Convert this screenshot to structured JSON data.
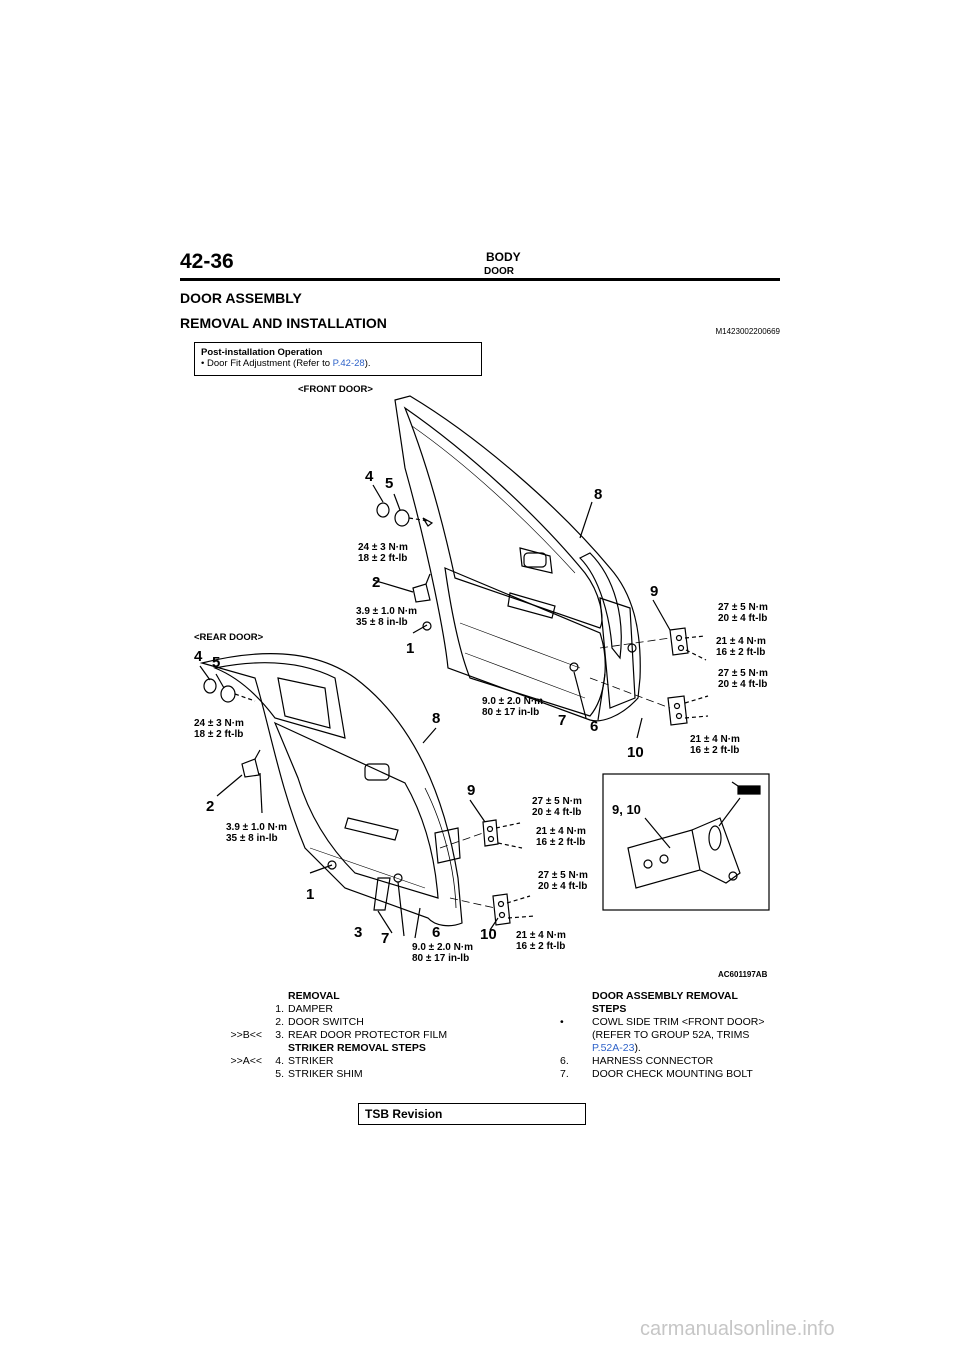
{
  "header": {
    "page_number": "42-36",
    "title": "BODY",
    "subtitle": "DOOR"
  },
  "section_title": "DOOR ASSEMBLY",
  "sub_title": "REMOVAL AND INSTALLATION",
  "doc_code": "M1423002200669",
  "post_installation": {
    "heading": "Post-installation Operation",
    "item_prefix": "Door Fit Adjustment (Refer to ",
    "item_link": "P.42-28",
    "item_suffix": ")."
  },
  "diagram": {
    "front_caption": "<FRONT DOOR>",
    "rear_caption": "<REAR DOOR>",
    "figure_code": "AC601197AB",
    "detail_label": "9, 10",
    "callouts": {
      "f4": "4",
      "f5": "5",
      "f8": "8",
      "f2": "2",
      "f1": "1",
      "f9": "9",
      "f7": "7",
      "f6": "6",
      "f10": "10",
      "r4": "4",
      "r5": "5",
      "r8": "8",
      "r2": "2",
      "r9": "9",
      "r1": "1",
      "r3": "3",
      "r7": "7",
      "r6": "6",
      "r10": "10"
    },
    "torques": {
      "f_striker_1": "24 ± 3 N·m",
      "f_striker_2": "18 ± 2 ft-lb",
      "f_switch_1": "3.9 ± 1.0 N·m",
      "f_switch_2": "35 ± 8 in-lb",
      "f_hinge_a1": "27 ± 5 N·m",
      "f_hinge_a2": "20 ± 4 ft-lb",
      "f_hinge_b1": "21 ± 4 N·m",
      "f_hinge_b2": "16 ± 2 ft-lb",
      "f_hinge_c1": "27 ± 5 N·m",
      "f_hinge_c2": "20 ± 4 ft-lb",
      "f_check_1": "9.0 ± 2.0 N·m",
      "f_check_2": "80 ± 17 in-lb",
      "f_hinge_d1": "21 ± 4 N·m",
      "f_hinge_d2": "16 ± 2 ft-lb",
      "r_striker_1": "24 ± 3 N·m",
      "r_striker_2": "18 ± 2 ft-lb",
      "r_switch_1": "3.9 ± 1.0 N·m",
      "r_switch_2": "35 ± 8 in-lb",
      "r_hinge_a1": "27 ± 5 N·m",
      "r_hinge_a2": "20 ± 4 ft-lb",
      "r_hinge_b1": "21 ± 4 N·m",
      "r_hinge_b2": "16 ± 2 ft-lb",
      "r_hinge_c1": "27 ± 5 N·m",
      "r_hinge_c2": "20 ± 4 ft-lb",
      "r_hinge_d1": "21 ± 4 N·m",
      "r_hinge_d2": "16 ± 2 ft-lb",
      "r_check_1": "9.0 ± 2.0 N·m",
      "r_check_2": "80 ± 17 in-lb"
    }
  },
  "steps_left": {
    "removal_heading": "REMOVAL",
    "items": [
      {
        "mark": "",
        "no": "1.",
        "text": "DAMPER"
      },
      {
        "mark": "",
        "no": "2.",
        "text": "DOOR SWITCH"
      },
      {
        "mark": ">>B<<",
        "no": "3.",
        "text": "REAR DOOR PROTECTOR FILM"
      }
    ],
    "striker_heading": "STRIKER REMOVAL STEPS",
    "striker_items": [
      {
        "mark": ">>A<<",
        "no": "4.",
        "text": "STRIKER"
      },
      {
        "mark": "",
        "no": "5.",
        "text": "STRIKER SHIM"
      }
    ]
  },
  "steps_right": {
    "heading_1": "DOOR ASSEMBLY REMOVAL",
    "heading_2": "STEPS",
    "bullet": "•",
    "cowl_line1": "COWL SIDE TRIM <FRONT DOOR>",
    "cowl_line2": "(REFER TO GROUP 52A, TRIMS",
    "cowl_link": "P.52A-23",
    "cowl_suffix": ").",
    "items": [
      {
        "no": "6.",
        "text": "HARNESS CONNECTOR"
      },
      {
        "no": "7.",
        "text": "DOOR CHECK MOUNTING BOLT"
      }
    ]
  },
  "footer": {
    "tsb": "TSB Revision",
    "watermark": "carmanualsonline.info"
  }
}
